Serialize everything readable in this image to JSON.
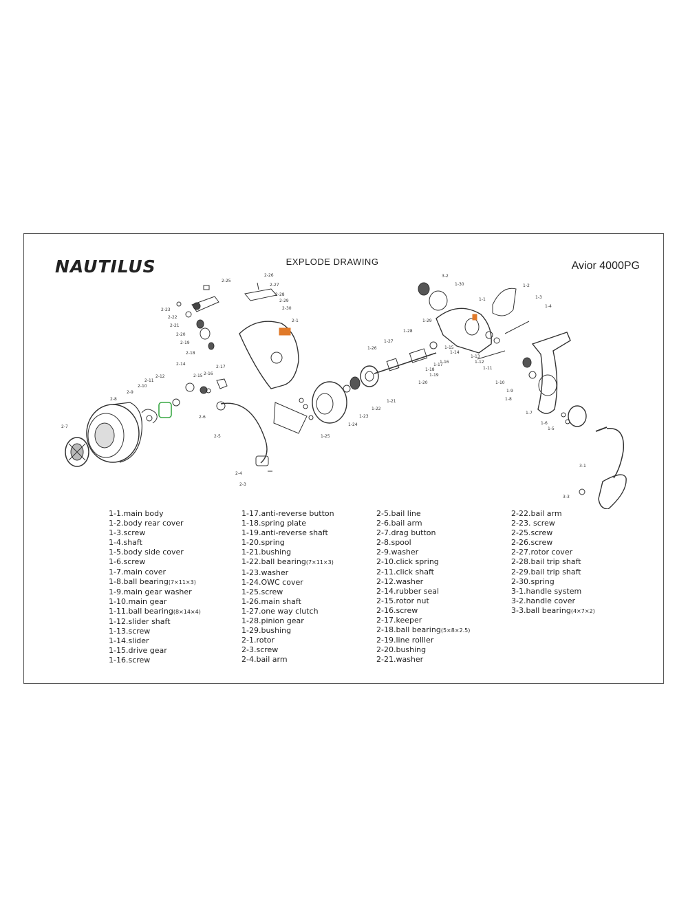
{
  "header": {
    "brand": "NAUTILUS",
    "title": "EXPLODE DRAWING",
    "model": "Avior 4000PG"
  },
  "callouts": [
    "2-25",
    "2-26",
    "2-27",
    "2-28",
    "2-29",
    "2-30",
    "2-1",
    "2-23",
    "2-22",
    "2-21",
    "2-20",
    "2-19",
    "2-18",
    "3-2",
    "1-30",
    "1-2",
    "1-3",
    "1-4",
    "1-1",
    "1-29",
    "1-28",
    "1-27",
    "1-26",
    "1-15",
    "1-14",
    "1-13",
    "1-12",
    "1-11",
    "1-16",
    "1-17",
    "1-18",
    "1-19",
    "1-20",
    "1-10",
    "1-9",
    "1-8",
    "1-7",
    "1-6",
    "1-5",
    "2-14",
    "2-15",
    "2-16",
    "2-17",
    "2-12",
    "2-11",
    "2-10",
    "2-9",
    "2-8",
    "2-7",
    "2-6",
    "2-5",
    "2-4",
    "2-3",
    "1-25",
    "1-24",
    "1-23",
    "1-22",
    "1-21",
    "3-1",
    "3-3"
  ],
  "parts": {
    "col1": [
      {
        "text": "1-1.main body"
      },
      {
        "text": "1-2.body rear cover"
      },
      {
        "text": "1-3.screw"
      },
      {
        "text": "1-4.shaft"
      },
      {
        "text": "1-5.body side cover"
      },
      {
        "text": "1-6.screw"
      },
      {
        "text": "1-7.main cover"
      },
      {
        "text": "1-8.ball bearing",
        "spec": "(7×11×3)"
      },
      {
        "text": "1-9.main gear washer"
      },
      {
        "text": "1-10.main gear"
      },
      {
        "text": "1-11.ball bearing",
        "spec": "(8×14×4)"
      },
      {
        "text": "1-12.slider shaft"
      },
      {
        "text": "1-13.screw"
      },
      {
        "text": "1-14.slider"
      },
      {
        "text": "1-15.drive gear"
      },
      {
        "text": "1-16.screw"
      }
    ],
    "col2": [
      {
        "text": "1-17.anti-reverse button"
      },
      {
        "text": "1-18.spring plate"
      },
      {
        "text": "1-19.anti-reverse shaft"
      },
      {
        "text": "1-20.spring"
      },
      {
        "text": "1-21.bushing"
      },
      {
        "text": "1-22.ball bearing",
        "spec": "(7×11×3)"
      },
      {
        "text": "1-23.washer"
      },
      {
        "text": "1-24.OWC cover"
      },
      {
        "text": "1-25.screw"
      },
      {
        "text": "1-26.main shaft"
      },
      {
        "text": "1-27.one way clutch"
      },
      {
        "text": "1-28.pinion gear"
      },
      {
        "text": "1-29.bushing"
      },
      {
        "text": "2-1.rotor"
      },
      {
        "text": "2-3.screw"
      },
      {
        "text": "2-4.bail arm"
      }
    ],
    "col3": [
      {
        "text": "2-5.bail line"
      },
      {
        "text": "2-6.bail arm"
      },
      {
        "text": "2-7.drag button"
      },
      {
        "text": "2-8.spool"
      },
      {
        "text": "2-9.washer"
      },
      {
        "text": "2-10.click spring"
      },
      {
        "text": "2-11.click shaft"
      },
      {
        "text": "2-12.washer"
      },
      {
        "text": "2-14.rubber seal"
      },
      {
        "text": "2-15.rotor nut"
      },
      {
        "text": "2-16.screw"
      },
      {
        "text": "2-17.keeper"
      },
      {
        "text": "2-18.ball bearing",
        "spec": "(5×8×2.5)"
      },
      {
        "text": "2-19.line rolller"
      },
      {
        "text": "2-20.bushing"
      },
      {
        "text": "2-21.washer"
      }
    ],
    "col4": [
      {
        "text": "2-22.bail arm"
      },
      {
        "text": "2-23. screw"
      },
      {
        "text": "2-25.screw"
      },
      {
        "text": "2-26.screw"
      },
      {
        "text": "2-27.rotor cover"
      },
      {
        "text": "2-28.bail trip shaft"
      },
      {
        "text": "2-29.bail trip shaft"
      },
      {
        "text": "2-30.spring"
      },
      {
        "text": "3-1.handle system"
      },
      {
        "text": "3-2.handle cover"
      },
      {
        "text": "3-3.ball bearing",
        "spec": "(4×7×2)"
      }
    ]
  },
  "colors": {
    "line": "#333333",
    "highlight": "#3aa845",
    "accent": "#e07a2a"
  }
}
